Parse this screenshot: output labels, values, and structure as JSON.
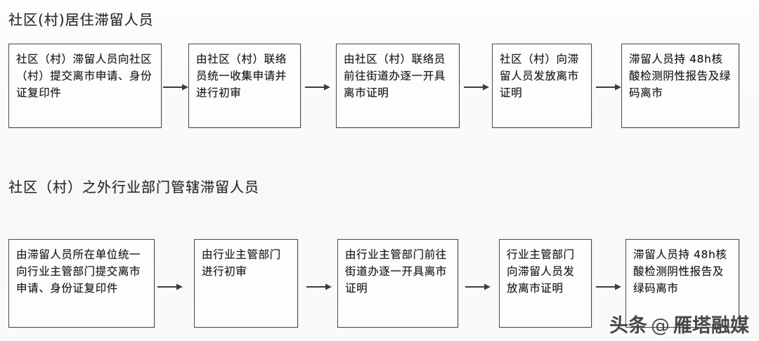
{
  "page": {
    "background_color": "#fbfbfa",
    "box_border_color": "#4a4a4a",
    "text_color": "#1d1d1d"
  },
  "sections": [
    {
      "id": "community-residents",
      "heading": "社区(村)居住滞留人员",
      "steps": [
        {
          "label": "社区（村）滞留人员向社区（村）提交离市申请、身份证复印件"
        },
        {
          "label": "由社区（村）联络员统一收集申请并进行初审"
        },
        {
          "label": "由社区（村）联络员前往街道办逐一开具离市证明"
        },
        {
          "label": "社区（村）向滞留人员发放离市证明"
        },
        {
          "label": "滞留人员持 48h核酸检测阴性报告及绿码离市"
        }
      ],
      "arrows": [
        {
          "name": "arrow-1-1"
        },
        {
          "name": "arrow-1-2"
        },
        {
          "name": "arrow-1-3"
        },
        {
          "name": "arrow-1-4"
        }
      ]
    },
    {
      "id": "industry-department-residents",
      "heading": "社区（村）之外行业部门管辖滞留人员",
      "steps": [
        {
          "label": "由滞留人员所在单位统一向行业主管部门提交离市申请、身份证复印件"
        },
        {
          "label": "由行业主管部门进行初审"
        },
        {
          "label": "由行业主管部门前往街道办逐一开具离市证明"
        },
        {
          "label": "行业主管部门向滞留人员发放离市证明"
        },
        {
          "label": "滞留人员持 48h核酸检测阴性报告及绿码离市"
        }
      ],
      "arrows": [
        {
          "name": "arrow-2-1"
        },
        {
          "name": "arrow-2-2"
        },
        {
          "name": "arrow-2-3"
        },
        {
          "name": "arrow-2-4"
        }
      ]
    }
  ],
  "watermark": {
    "platform": "头条",
    "at": "@",
    "account": "雁塔融媒"
  }
}
